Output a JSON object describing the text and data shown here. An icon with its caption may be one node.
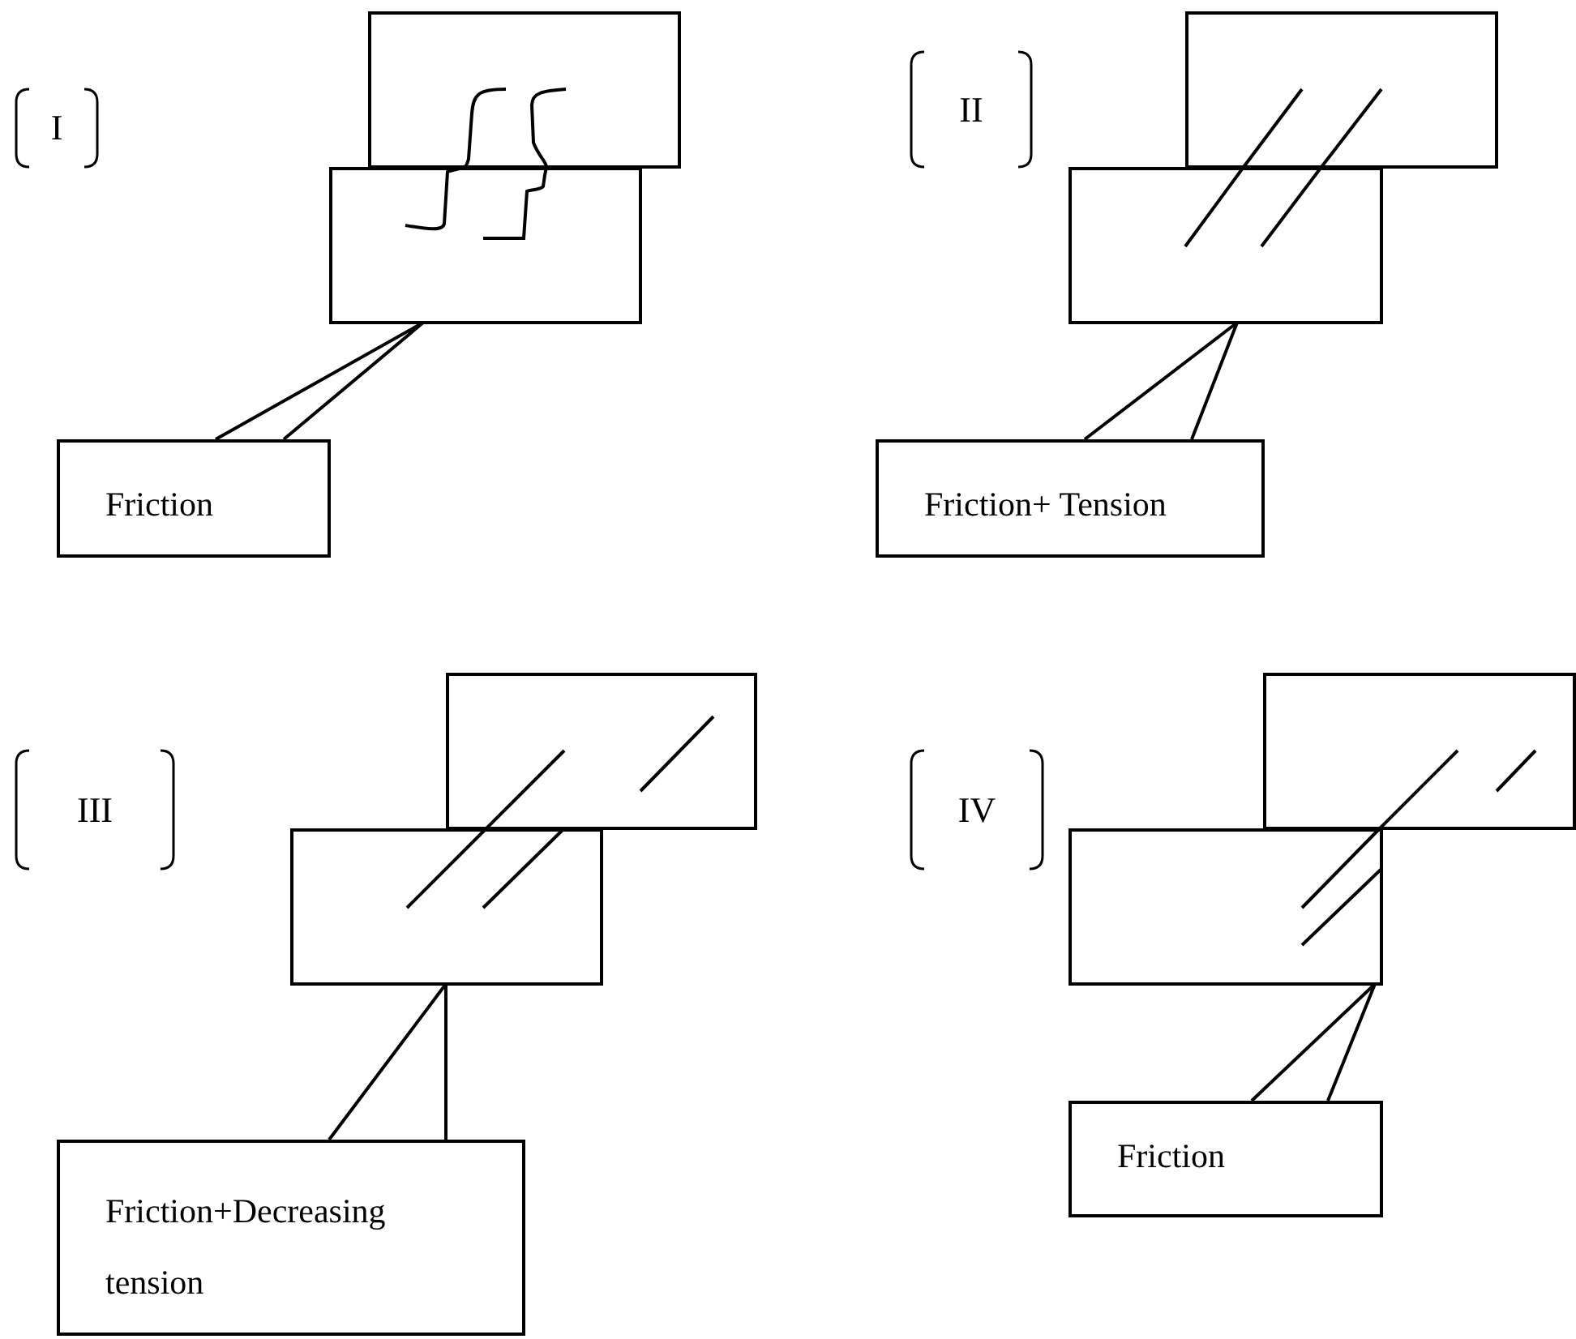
{
  "diagram": {
    "nodes": [
      {
        "text": [],
        "shape": "box"
      },
      {
        "text": [],
        "shape": "box"
      },
      {
        "text": [
          "Friction"
        ]
      },
      {
        "text": [],
        "shape": "box"
      },
      {
        "text": [],
        "shape": "box"
      },
      {
        "text": [
          "Friction+ Tension"
        ]
      },
      {
        "text": [],
        "shape": "box"
      },
      {
        "text": [],
        "shape": "box"
      },
      {
        "text": [
          "Friction+Decreasing tension"
        ]
      },
      {
        "text": [],
        "shape": "box"
      },
      {
        "text": [],
        "shape": "box"
      },
      {
        "text": [
          "Friction"
        ]
      }
    ],
    "edges": [
      {
        "from": 2,
        "to": 1,
        "arrow": "none"
      },
      {
        "from": 5,
        "to": 4,
        "arrow": "none"
      },
      {
        "from": 8,
        "to": 7,
        "arrow": "none"
      },
      {
        "from": 11,
        "to": 10,
        "arrow": "none"
      }
    ],
    "labels": [
      "I",
      "II",
      "III",
      "IV"
    ]
  }
}
